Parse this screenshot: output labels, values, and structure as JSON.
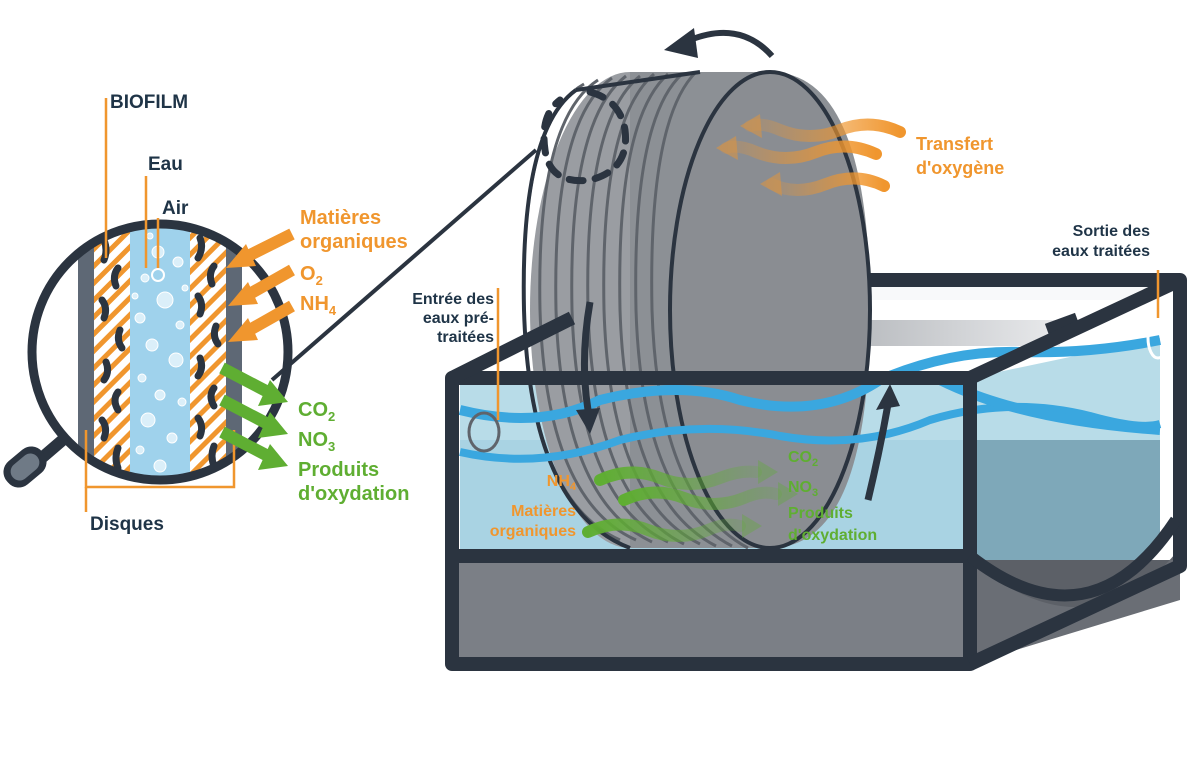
{
  "colors": {
    "navy": "#2b3440",
    "orange": "#f0962e",
    "green": "#5fae32",
    "water": "#9fcfe3",
    "wave": "#3aa7df",
    "disc": "#8e9197",
    "tank": "#7d8186"
  },
  "zoom": {
    "biofilm": "BIOFILM",
    "eau": "Eau",
    "air": "Air",
    "disques": "Disques",
    "inputs": {
      "matieres_1": "Matières",
      "matieres_2": "organiques",
      "o2": "O",
      "o2_sub": "2",
      "nh4": "NH",
      "nh4_sub": "4"
    },
    "outputs": {
      "co2": "CO",
      "co2_sub": "2",
      "no3": "NO",
      "no3_sub": "3",
      "produits_1": "Produits",
      "produits_2": "d'oxydation"
    }
  },
  "reactor": {
    "transfert_1": "Transfert",
    "transfert_2": "d'oxygène",
    "entree_1": "Entrée des",
    "entree_2": "eaux pré-",
    "entree_3": "traitées",
    "sortie_1": "Sortie des",
    "sortie_2": "eaux traitées",
    "nh4": "NH",
    "nh4_sub": "4",
    "matieres_1": "Matières",
    "matieres_2": "organiques",
    "co2": "CO",
    "co2_sub": "2",
    "no3": "NO",
    "no3_sub": "3",
    "produits_1": "Produits",
    "produits_2": "d'oxydation"
  }
}
